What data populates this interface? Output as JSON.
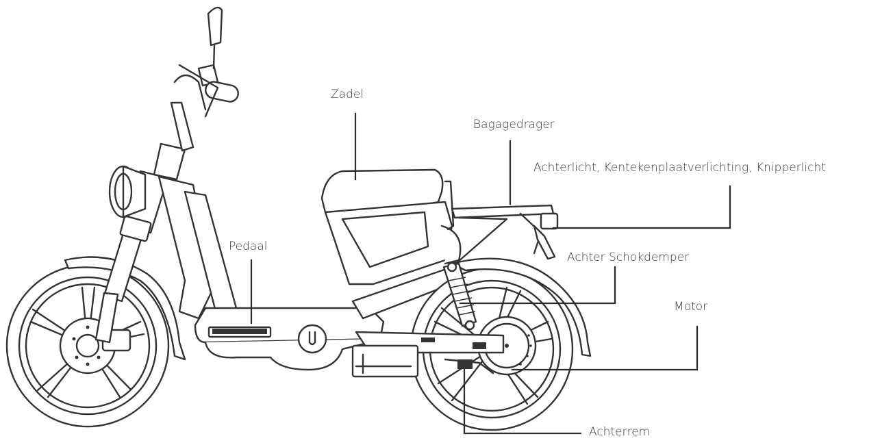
{
  "labels": {
    "zadel": "Zadel",
    "bagagedrager": "Bagagedrager",
    "achterlicht": "Achterlicht, Kentekenplaatverlichting, Knipperlicht",
    "pedaal": "Pedaal",
    "schokdemper": "Achter Schokdemper",
    "motor": "Motor",
    "achterrem": "Achterrem"
  },
  "colors": {
    "line": "#333333",
    "text": "#3a3a3a",
    "background": "#ffffff"
  }
}
